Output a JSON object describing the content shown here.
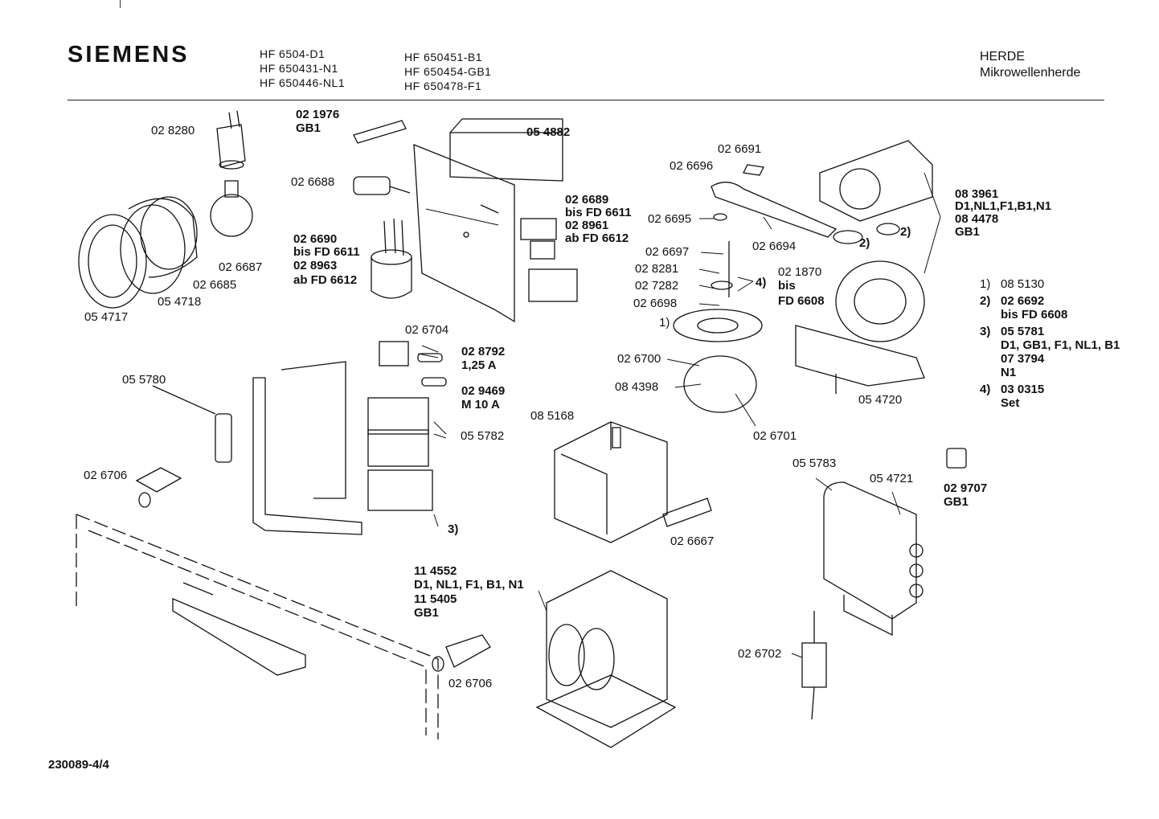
{
  "header": {
    "brand": "SIEMENS",
    "models_col1": [
      "HF 6504-D1",
      "HF 650431-N1",
      "HF 650446-NL1"
    ],
    "models_col2": [
      "HF 650451-B1",
      "HF 650454-GB1",
      "HF 650478-F1"
    ],
    "category": "HERDE",
    "subcategory": "Mikrowellenherde"
  },
  "labels": {
    "p028280": "02 8280",
    "p021976": "02 1976",
    "p021976_gb1": "GB1",
    "p026688": "02 6688",
    "p054882": "05 4882",
    "p026689": "02 6689",
    "p026689_bis": "bis FD 6611",
    "p028961": "02 8961",
    "p028961_ab": "ab FD 6612",
    "p026690": "02 6690",
    "p026690_bis": "bis FD 6611",
    "p028963": "02 8963",
    "p028963_ab": "ab FD 6612",
    "p026687": "02 6687",
    "p026685": "02 6685",
    "p054718": "05 4718",
    "p054717": "05 4717",
    "p026704": "02 6704",
    "p028792": "02 8792",
    "p028792_a": "1,25 A",
    "p029469": "02 9469",
    "p029469_a": "M 10 A",
    "p055782": "05 5782",
    "p055780": "05 5780",
    "p026706a": "02 6706",
    "p3": "3)",
    "p026691": "02 6691",
    "p026696": "02 6696",
    "p026695": "02 6695",
    "p026694": "02 6694",
    "p026697": "02 6697",
    "p028281": "02 8281",
    "p027282": "02 7282",
    "p026698": "02 6698",
    "p4": "4)",
    "p1": "1)",
    "p026700": "02 6700",
    "p084398": "08 4398",
    "p026701": "02 6701",
    "p021870": "02 1870",
    "p021870_bis": "bis",
    "p021870_fd": "FD 6608",
    "p2a": "2)",
    "p2b": "2)",
    "p083961": "08 3961",
    "p083961_v": "D1,NL1,F1,B1,N1",
    "p084478": "08 4478",
    "p084478_v": "GB1",
    "p054720": "05 4720",
    "p085168": "08 5168",
    "p026667": "02 6667",
    "p055783": "05 5783",
    "p054721": "05 4721",
    "p029707": "02 9707",
    "p029707_v": "GB1",
    "p114552": "11 4552",
    "p114552_v": "D1, NL1, F1, B1, N1",
    "p115405": "11 5405",
    "p115405_v": "GB1",
    "p026702": "02 6702",
    "p026706b": "02  6706"
  },
  "legend": [
    {
      "key": "1)",
      "lines": [
        "08 5130"
      ]
    },
    {
      "key": "2)",
      "lines": [
        "02 6692",
        "bis FD 6608"
      ]
    },
    {
      "key": "3)",
      "lines": [
        "05 5781",
        "D1, GB1, F1, NL1, B1",
        "07 3794",
        "N1"
      ]
    },
    {
      "key": "4)",
      "lines": [
        "03 0315",
        "Set"
      ]
    }
  ],
  "footer": {
    "doc_number": "230089-4/4"
  }
}
